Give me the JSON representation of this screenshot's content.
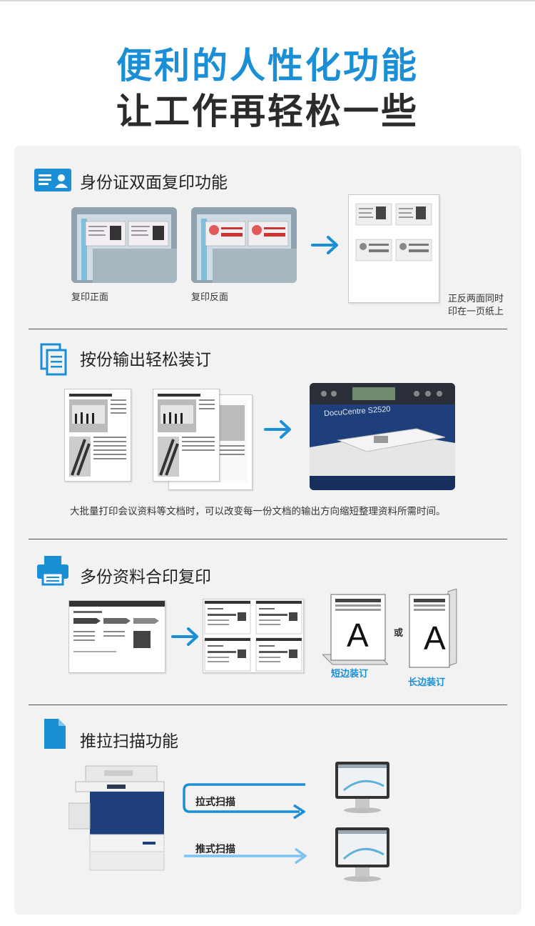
{
  "header": {
    "title_line1": "便利的人性化功能",
    "title_line2": "让工作再轻松一些"
  },
  "colors": {
    "accent": "#1a8fd6",
    "panel": "#f2f2f2",
    "title_dark": "#2b2b2b"
  },
  "sections": [
    {
      "icon": "id-card-icon",
      "title": "身份证双面复印功能",
      "captions": [
        "复印正面",
        "复印反面"
      ],
      "note_line1": "正反两面同时",
      "note_line2": "印在一页纸上"
    },
    {
      "icon": "documents-icon",
      "title": "按份输出轻松装订",
      "machine_label": "DocuCentre S2520",
      "description": "大批量打印会议资料等文档时，可以改变每一份文档的输出方向缩短整理资料所需时间。"
    },
    {
      "icon": "printer-icon",
      "title": "多份资料合印复印",
      "letter": "A",
      "or_text": "或",
      "short_edge": "短边装订",
      "long_edge": "长边装订"
    },
    {
      "icon": "file-icon",
      "title": "推拉扫描功能",
      "pull_scan": "拉式扫描",
      "push_scan": "推式扫描"
    }
  ]
}
